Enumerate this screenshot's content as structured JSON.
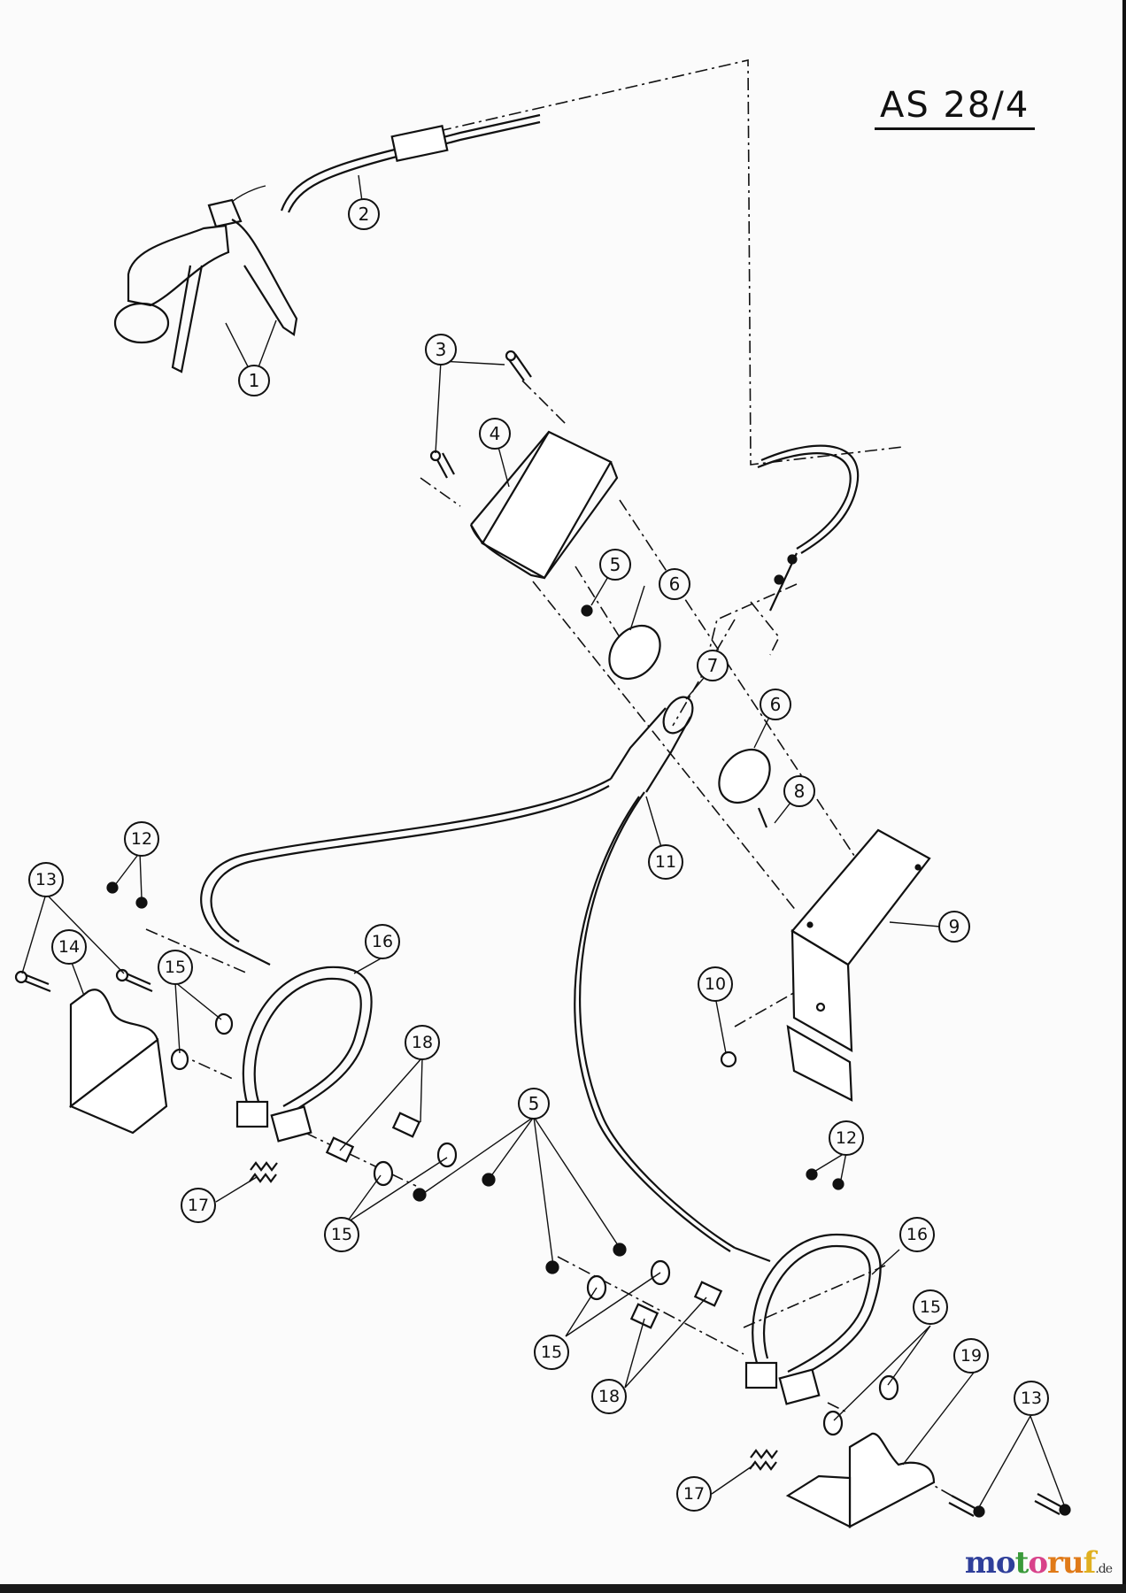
{
  "diagram": {
    "title": "AS 28/4",
    "type": "exploded parts diagram",
    "watermark": {
      "letters": [
        {
          "ch": "m",
          "color": "#2f3f9a"
        },
        {
          "ch": "o",
          "color": "#2f3f9a"
        },
        {
          "ch": "t",
          "color": "#3a9a3a"
        },
        {
          "ch": "o",
          "color": "#d8428a"
        },
        {
          "ch": "r",
          "color": "#e07a18"
        },
        {
          "ch": "u",
          "color": "#e07a18"
        },
        {
          "ch": "f",
          "color": "#e0b020"
        }
      ],
      "text": "motoruf",
      "suffix": ".de"
    },
    "callouts": [
      {
        "id": "c1",
        "label": "1",
        "part": "brake levers / handle grip"
      },
      {
        "id": "c2",
        "label": "2",
        "part": "brake cable"
      },
      {
        "id": "c3",
        "label": "3",
        "part": "bolts"
      },
      {
        "id": "c4",
        "label": "4",
        "part": "housing block"
      },
      {
        "id": "c5a",
        "label": "5",
        "part": "nut"
      },
      {
        "id": "c6a",
        "label": "6",
        "part": "disc plate"
      },
      {
        "id": "c7",
        "label": "7",
        "part": "cable yoke / equalizer"
      },
      {
        "id": "c6b",
        "label": "6",
        "part": "disc plate"
      },
      {
        "id": "c8",
        "label": "8",
        "part": "screw"
      },
      {
        "id": "c9",
        "label": "9",
        "part": "mounting bracket"
      },
      {
        "id": "c10",
        "label": "10",
        "part": "nut"
      },
      {
        "id": "c11",
        "label": "11",
        "part": "brake cable (right)"
      },
      {
        "id": "c12a",
        "label": "12",
        "part": "screws"
      },
      {
        "id": "c13a",
        "label": "13",
        "part": "bolts"
      },
      {
        "id": "c14",
        "label": "14",
        "part": "brake bracket left"
      },
      {
        "id": "c15a",
        "label": "15",
        "part": "washers"
      },
      {
        "id": "c16a",
        "label": "16",
        "part": "brake band"
      },
      {
        "id": "c18a",
        "label": "18",
        "part": "spacer sleeves"
      },
      {
        "id": "c5b",
        "label": "5",
        "part": "nuts"
      },
      {
        "id": "c17a",
        "label": "17",
        "part": "spring"
      },
      {
        "id": "c15b",
        "label": "15",
        "part": "washers"
      },
      {
        "id": "c12b",
        "label": "12",
        "part": "screws"
      },
      {
        "id": "c16b",
        "label": "16",
        "part": "brake band"
      },
      {
        "id": "c15c",
        "label": "15",
        "part": "washer"
      },
      {
        "id": "c19",
        "label": "19",
        "part": "brake bracket right"
      },
      {
        "id": "c15d",
        "label": "15",
        "part": "washers"
      },
      {
        "id": "c13b",
        "label": "13",
        "part": "bolts"
      },
      {
        "id": "c18b",
        "label": "18",
        "part": "spacer sleeves"
      },
      {
        "id": "c17b",
        "label": "17",
        "part": "spring"
      }
    ]
  }
}
